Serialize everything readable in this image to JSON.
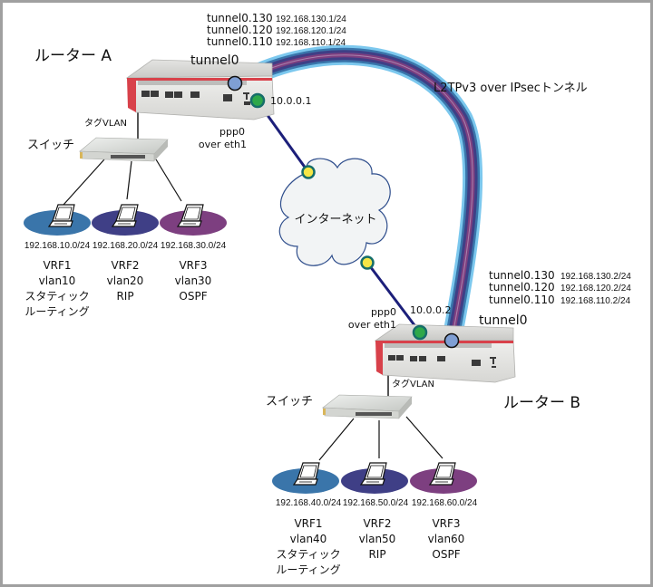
{
  "colors": {
    "vrf1": "#3a75aa",
    "vrf2": "#3f3f86",
    "vrf3": "#7d3f80",
    "tunnel_outer": "#7cc8ee",
    "wan_line": "#1c1f7a",
    "tunnel_endpoint": "#7f9fd4",
    "ppp_endpoint": "#2ea84a",
    "internet_endpoint": "#f5e646",
    "router_accent": "#d8414a",
    "cloud_fill": "#f2f4f5",
    "cloud_stroke": "#2f4e8c"
  },
  "tunnel_label": "L2TPv3 over IPsecトンネル",
  "internet_label": "インターネット",
  "router_a": {
    "title": "ルーター A",
    "tunnel_iface": "tunnel0",
    "wan_ip": "10.0.0.1",
    "ppp_label_1": "ppp0",
    "ppp_label_2": "over eth1",
    "tag_vlan": "タグVLAN",
    "switch_label": "スイッチ",
    "subtunnels": [
      {
        "name": "tunnel0.130",
        "ip": "192.168.130.1/24"
      },
      {
        "name": "tunnel0.120",
        "ip": "192.168.120.1/24"
      },
      {
        "name": "tunnel0.110",
        "ip": "192.168.110.1/24"
      }
    ],
    "lans": [
      {
        "subnet": "192.168.10.0/24",
        "vrf": "VRF1",
        "vlan": "vlan10",
        "routing_1": "スタティック",
        "routing_2": "ルーティング"
      },
      {
        "subnet": "192.168.20.0/24",
        "vrf": "VRF2",
        "vlan": "vlan20",
        "routing_1": "RIP",
        "routing_2": ""
      },
      {
        "subnet": "192.168.30.0/24",
        "vrf": "VRF3",
        "vlan": "vlan30",
        "routing_1": "OSPF",
        "routing_2": ""
      }
    ]
  },
  "router_b": {
    "title": "ルーター B",
    "tunnel_iface": "tunnel0",
    "wan_ip": "10.0.0.2",
    "ppp_label_1": "ppp0",
    "ppp_label_2": "over eth1",
    "tag_vlan": "タグVLAN",
    "switch_label": "スイッチ",
    "subtunnels": [
      {
        "name": "tunnel0.130",
        "ip": "192.168.130.2/24"
      },
      {
        "name": "tunnel0.120",
        "ip": "192.168.120.2/24"
      },
      {
        "name": "tunnel0.110",
        "ip": "192.168.110.2/24"
      }
    ],
    "lans": [
      {
        "subnet": "192.168.40.0/24",
        "vrf": "VRF1",
        "vlan": "vlan40",
        "routing_1": "スタティック",
        "routing_2": "ルーティング"
      },
      {
        "subnet": "192.168.50.0/24",
        "vrf": "VRF2",
        "vlan": "vlan50",
        "routing_1": "RIP",
        "routing_2": ""
      },
      {
        "subnet": "192.168.60.0/24",
        "vrf": "VRF3",
        "vlan": "vlan60",
        "routing_1": "OSPF",
        "routing_2": ""
      }
    ]
  }
}
